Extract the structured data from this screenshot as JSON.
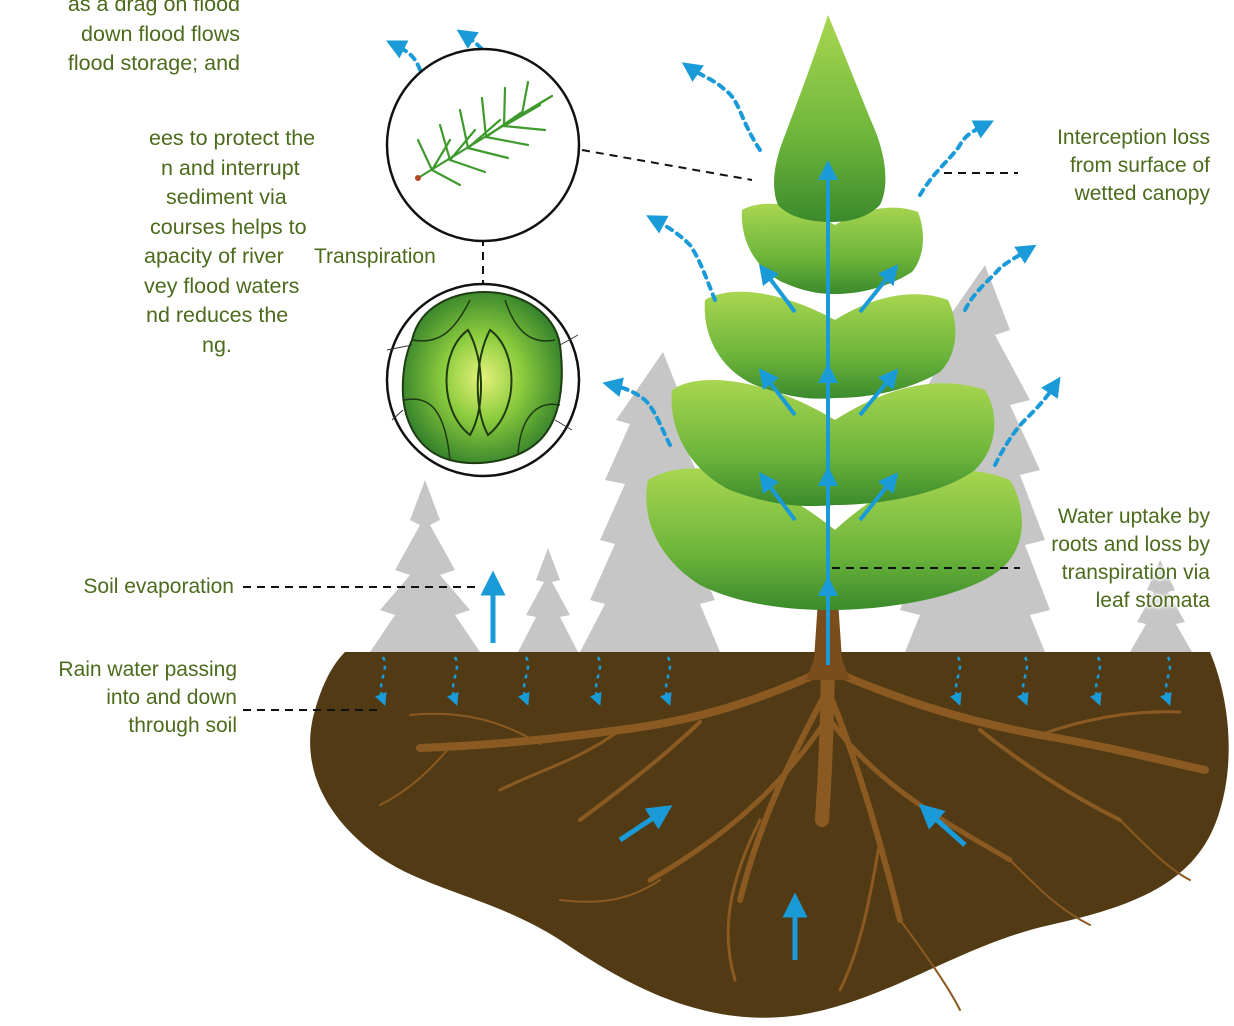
{
  "intro_text": {
    "paragraph_1": [
      "as a drag on flood",
      "down flood flows",
      "flood storage; and"
    ],
    "paragraph_2": [
      "ees to protect the",
      "n and interrupt",
      "sediment via",
      "courses helps to",
      "apacity of river",
      "vey flood waters",
      "nd reduces the",
      "ng."
    ]
  },
  "labels": {
    "transpiration": "Transpiration",
    "interception": [
      "Interception loss",
      "from surface of",
      "wetted canopy"
    ],
    "water_uptake": [
      "Water uptake by",
      "roots and loss by",
      "transpiration via",
      "leaf stomata"
    ],
    "soil_evaporation": "Soil evaporation",
    "rain_water": [
      "Rain water passing",
      "into and down",
      "through soil"
    ]
  },
  "colors": {
    "text_green": "#4c6b1c",
    "water_blue": "#1a9bd7",
    "soil_brown": "#523b14",
    "root_brown": "#8a5a22",
    "tree_green": "#6fb53a",
    "background_trees": "#c6c6c6"
  }
}
